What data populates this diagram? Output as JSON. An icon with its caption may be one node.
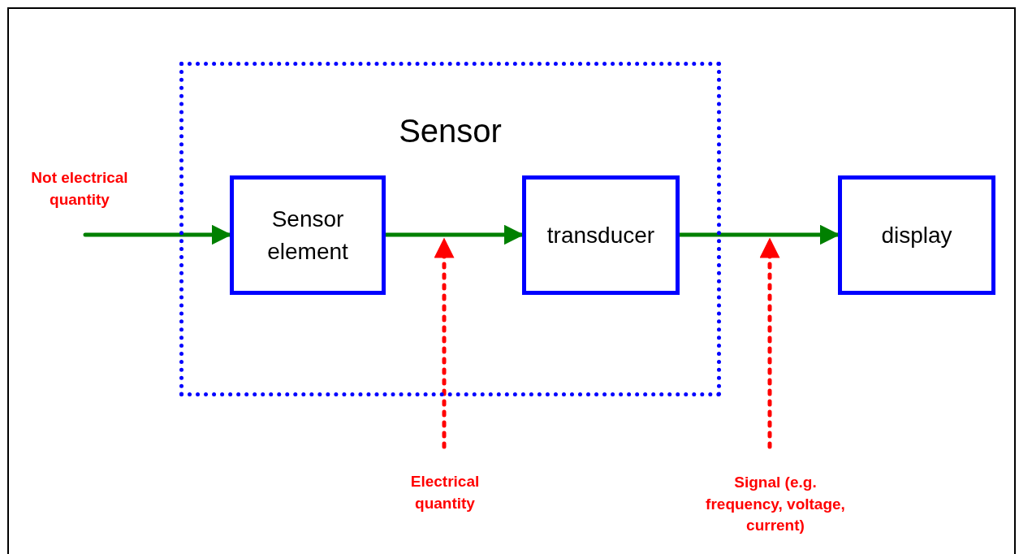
{
  "diagram": {
    "nodes": [
      {
        "text": [
          "Sensor"
        ]
      },
      {
        "text": [
          "Sensor element"
        ],
        "in": 0
      },
      {
        "text": [
          "transducer"
        ],
        "in": 0
      },
      {
        "text": [
          "display"
        ]
      },
      {
        "text": [
          "Electrical quantity"
        ]
      },
      {
        "text": [
          "Signal (e.g. frequency, voltage, current)"
        ]
      }
    ],
    "edges": [
      {
        "from": null,
        "to": 1,
        "arrow": "to"
      },
      {
        "from": 1,
        "to": 2,
        "arrow": "to"
      },
      {
        "from": 2,
        "to": 3,
        "arrow": "to"
      },
      {
        "from": 4,
        "to": null,
        "arrow": "to",
        "style": "dashed",
        "color": "#ff0000"
      },
      {
        "from": 5,
        "to": null,
        "arrow": "to",
        "style": "dashed",
        "color": "#ff0000"
      }
    ],
    "labels": [
      "Not electrical quantity"
    ]
  }
}
